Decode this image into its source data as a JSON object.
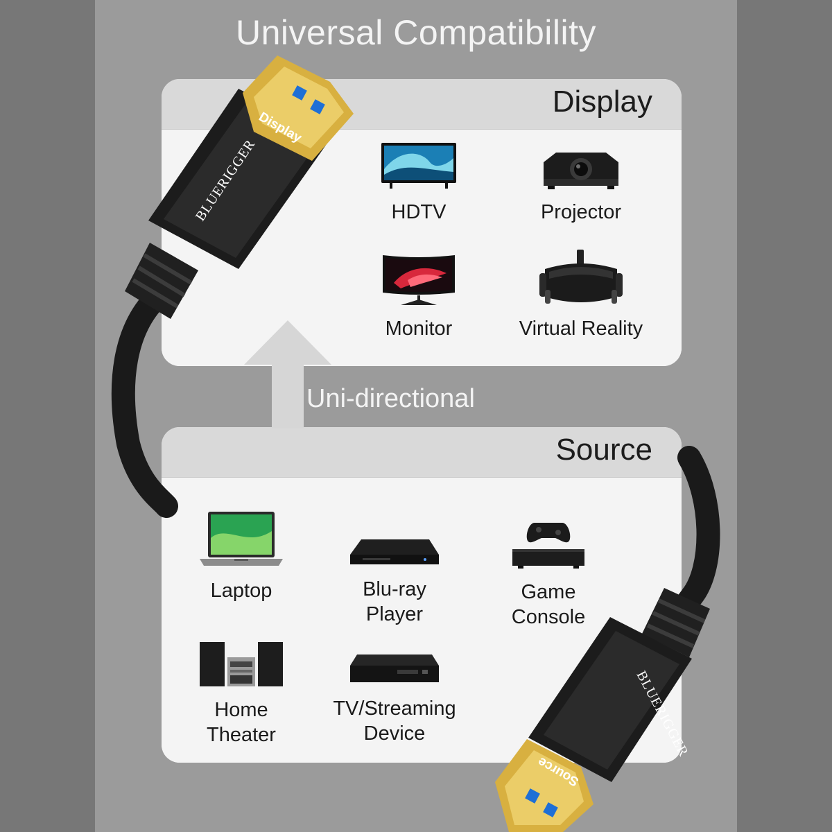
{
  "title": "Universal Compatibility",
  "direction_label": "Uni-directional",
  "display_panel": {
    "title": "Display",
    "devices": [
      {
        "label": "HDTV",
        "icon": "tv-icon"
      },
      {
        "label": "Projector",
        "icon": "projector-icon"
      },
      {
        "label": "Monitor",
        "icon": "monitor-icon"
      },
      {
        "label": "Virtual Reality",
        "icon": "vr-headset-icon"
      }
    ]
  },
  "source_panel": {
    "title": "Source",
    "devices": [
      {
        "label_lines": [
          "Laptop"
        ],
        "icon": "laptop-icon"
      },
      {
        "label_lines": [
          "Blu-ray",
          "Player"
        ],
        "icon": "bluray-player-icon"
      },
      {
        "label_lines": [
          "Game",
          "Console"
        ],
        "icon": "game-console-icon"
      },
      {
        "label_lines": [
          "Home",
          "Theater"
        ],
        "icon": "home-theater-icon"
      },
      {
        "label_lines": [
          "TV/Streaming",
          "Device"
        ],
        "icon": "streaming-box-icon"
      }
    ]
  },
  "cable": {
    "brand": "BLUERIGGER",
    "top_connector_label": "Display",
    "bottom_connector_label": "Source"
  },
  "colors": {
    "background": "#808080",
    "panel_header": "#d9d9d9",
    "panel_body": "#f4f4f4",
    "connector_gold": "#d8b040",
    "port_blue": "#1e6fd6"
  }
}
